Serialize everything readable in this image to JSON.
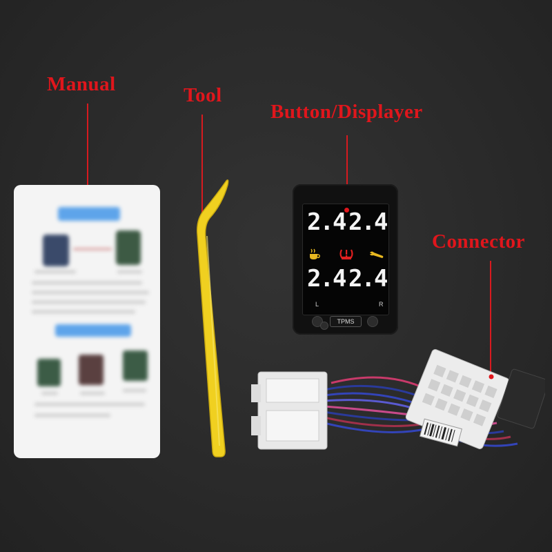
{
  "callouts": {
    "manual": "Manual",
    "tool": "Tool",
    "display": "Button/Displayer",
    "connector": "Connector"
  },
  "display": {
    "front_left": "2.4",
    "front_right": "2.4",
    "rear_left": "2.4",
    "rear_right": "2.4",
    "left_marker": "L",
    "right_marker": "R",
    "brand": "TPMS",
    "icons": [
      "coffee-cup-icon",
      "tire-pressure-warning-icon",
      "wrench-icon"
    ]
  },
  "colors": {
    "callout": "#e0161c",
    "tool": "#f0d020",
    "manual_accent": "#5ea4ea",
    "warning_icon": "#e02020",
    "amber_icon": "#e8b820"
  }
}
